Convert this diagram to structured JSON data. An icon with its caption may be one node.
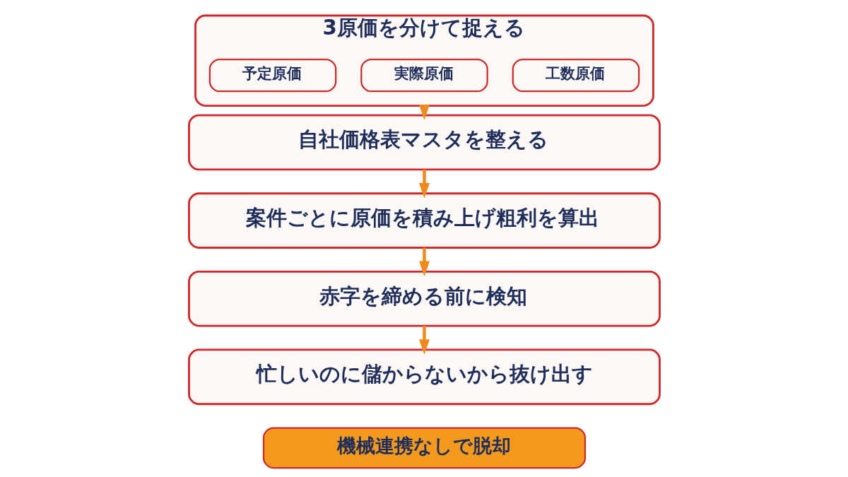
{
  "diagram": {
    "nodes": [
      {
        "text": [
          "3原価を分けて捉える"
        ]
      },
      {
        "text": [
          "予定原価"
        ],
        "in": 0
      },
      {
        "text": [
          "実際原価"
        ],
        "in": 0
      },
      {
        "text": [
          "工数原価"
        ],
        "in": 0
      },
      {
        "text": [
          "自社価格表マスタを整える"
        ]
      },
      {
        "text": [
          "案件ごとに原価を積み上げ粗利を算出"
        ]
      },
      {
        "text": [
          "赤字を締める前に検知"
        ]
      },
      {
        "text": [
          "忙しいのに儲からないから抜け出す"
        ]
      },
      {
        "text": [
          "機械連携なしで脱却"
        ]
      }
    ],
    "edges": [
      {
        "from": 0,
        "to": 4,
        "arrow": "to"
      },
      {
        "from": 4,
        "to": 5,
        "arrow": "to"
      },
      {
        "from": 5,
        "to": 6,
        "arrow": "to"
      },
      {
        "from": 6,
        "to": 7,
        "arrow": "to"
      }
    ]
  }
}
